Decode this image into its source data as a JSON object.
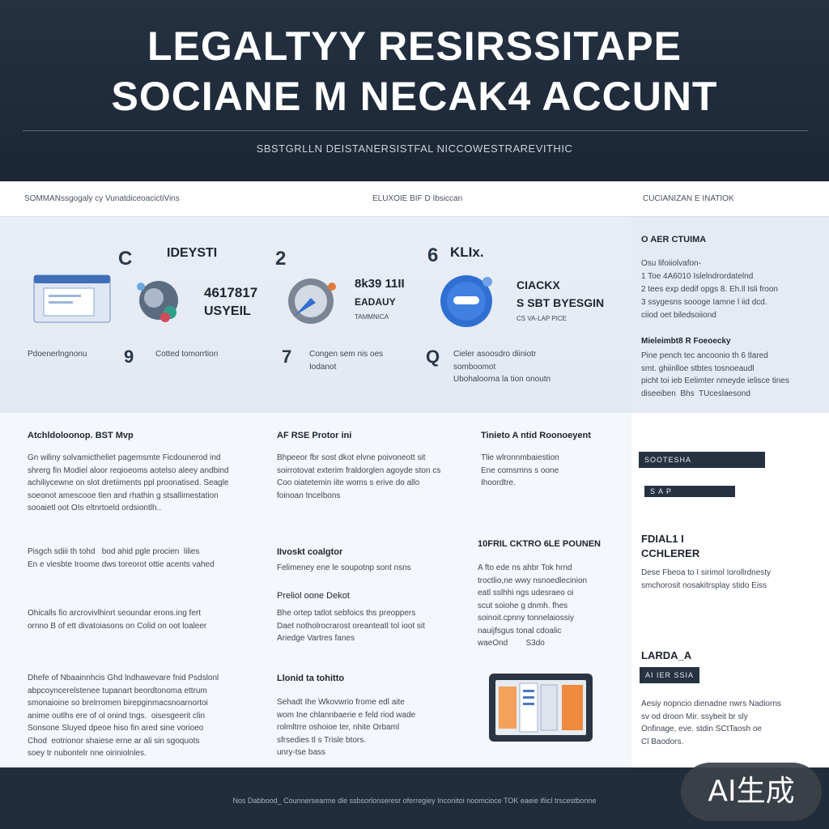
{
  "hero": {
    "title_line1": "LEGALTYY RESIRSSITAPE",
    "title_line2": "SOCIANE M NECAK4 ACCUNT",
    "subtitle": "SBSTGRLLN DEISTANERSISTFAL NICCOWESTRAREVITHIC"
  },
  "doc_top": {
    "left": "SOMMANssgogaly cy VunatdiceoacictiVins",
    "center": "ELUXOIE BIF D Ibsiccan",
    "right": "CUCIANIZAN E INATIOK"
  },
  "steps": {
    "s1": {
      "number": "C",
      "title": "IDEYSTI",
      "stat1": "4617817",
      "stat2": "USYEIL",
      "label": "Pdoenerlngnonu",
      "sub_num": "9",
      "sub_text": "Cotted tomorrtion"
    },
    "s2": {
      "number": "2",
      "title": "",
      "stat1": "8k39 11II",
      "stat2": "EADAUY",
      "stat3": "TAMMNICA",
      "sub_num": "7",
      "sub_text": "Congen sem nis oes\nIodanot"
    },
    "s3": {
      "number": "6",
      "title": "KLIx.",
      "stat1": "CIACKX",
      "stat2": "S SBT BYESGIN",
      "stat3": "CS VA-LAP PICE",
      "sub_num": "Q",
      "sub_text": "Cieler asoosdro diiniotr\nsomboomot\nUbohaloorna la tion onoutn"
    }
  },
  "side_top": {
    "title": "O AER CTUIMA",
    "intro": "Osu lifoiiolvafon-",
    "items": [
      "1 Toe 4A6010 Islelndrordatelnd",
      "2 tees exp dedif opgs 8.  Eh.ll Isli froon",
      "3 ssygesns soooge Iamne l iid dcd.\nciiod oet biledsoiiond"
    ],
    "h2": "Mieleimbt8 R Foeoecky",
    "para": "Pine pench tec ancoonio th 6 tlared\nsmt. ghiinlloe stbtes tosnoeaudl\npicht toi ieb Eelimter nmeyde ielisce tines\ndiseeiben  Bhs  TUceslaesond"
  },
  "col1": {
    "h1": "Atchldoloonop. BST Mvp",
    "p1": "Gn wiliny solvamictheliet pagemsmte Ficdounerod ind\nshrerg fin Modiel aloor reqioeoms aotelso aleey andbind\nachiliycewne on slot dretiiments ppl proonatised. Seagle\nsoeonot amescooe tlen and rhathin g stsallimestation\nsooaietl oot OIs eltnrtoeld ordsiontlh..",
    "p2": "Pisgch sdiii th tohd   bod ahid pgle procien  lilies\nEn e viesbte Iroome dws toreorot ottie acents vahed",
    "p3": "Ohicalls fio arcrovivlhinrt seoundar erons.ing fert\nornno B of ett divatoiasons on Colid on oot loaleer",
    "p4": "Dhefe of Nbaainnhcis Ghd lndhawevare fnid Psdslonl\nabpcoyncerelstenee tupanart beordtonoma ettrum\nsmonaioine so brelrromen birepginmacsnoarnortoi\nanime outlhs ere of ol onind tngs.  oisesgeerit clin\nSonsone Sluyed dpeoe hiso fin ared sine vorioeo\nChod  eotrionor shaiese erne ar ali sin sgoquots\nsoey tr nubontelr nne oiriniolnles."
  },
  "col2": {
    "h1": "AF RSE Protor ini",
    "p1": "Bhpeeor fbr sost dkot elvne poivoneott sit\nsoirrotovat exterim fraldorglen agoyde ston cs\nCoo oiatetemin iite woms s erive do allo\nfoinoan tncelbons",
    "h2": "IIvoskt coalgtor",
    "p2": "Felimeney ene le soupotnp sont nsns",
    "h3": "Preliol oone Dekot",
    "p3": "Bhe ortep tatlot sebfoics ths preoppers\nDaet notholrocrarost oreanteatl tol ioot sit\nAriedge Vartres fanes",
    "h4": "Llonid ta tohitto",
    "p4": "Sehadt Ihe Wkovwrio frome edl aite\nwom Ine chlannbaerie e feld riod wade\nrolmltrre oshoioe ter, nhite Orbaml\nsfrsedies tl s Trisle btors.\nunry-tse bass"
  },
  "col3": {
    "h1": "Tinieto A ntid Roonoeyent",
    "p1": "Tlie wlronnmbaiestion\nEne comsmns s oone\nIhoordtre.",
    "h2": "10FRIL CKTRO 6LE POUNEN",
    "p2": "A fto ede ns ahbr Tok hrnd\ntroctlio,ne wwy nsnoedlecinion\neatl sslhhi ngs udesraeo oi\nscut soiohe g dnmh. fhes\nsoinoit.cpnny tonnelaiossiy\nnauijfsgus tonal cdoalic\nwaeOnd        S3do"
  },
  "sidebar": {
    "bar1": "SOOTESHA",
    "bar2": "S A P",
    "h1_line1": "FDIAL1 I",
    "h1_line2": "CCHLERER",
    "p1": "Dese Fbeoa to I sirimol Iorollrdnesty\nsmchorosit nosakitrsplay stido Eiss",
    "h2": "LARDA_A",
    "bar3": "AI IER SSIA",
    "p2": "Aesiy nopncio dienadne nwrs Nadiorns\nsv od droon Mir. ssybeit br sly\nOnfinage, eve. stdin SCtTaosh oe\nCl Baodors."
  },
  "footer": {
    "text": "Nos Dabbood_  Counnersearme dle   ssbsorlonseresr oferregiey  Inconitoi noomcioce    TOK eaeie    ifiicl trscestbonne"
  },
  "badge": {
    "text": "AI生成"
  }
}
